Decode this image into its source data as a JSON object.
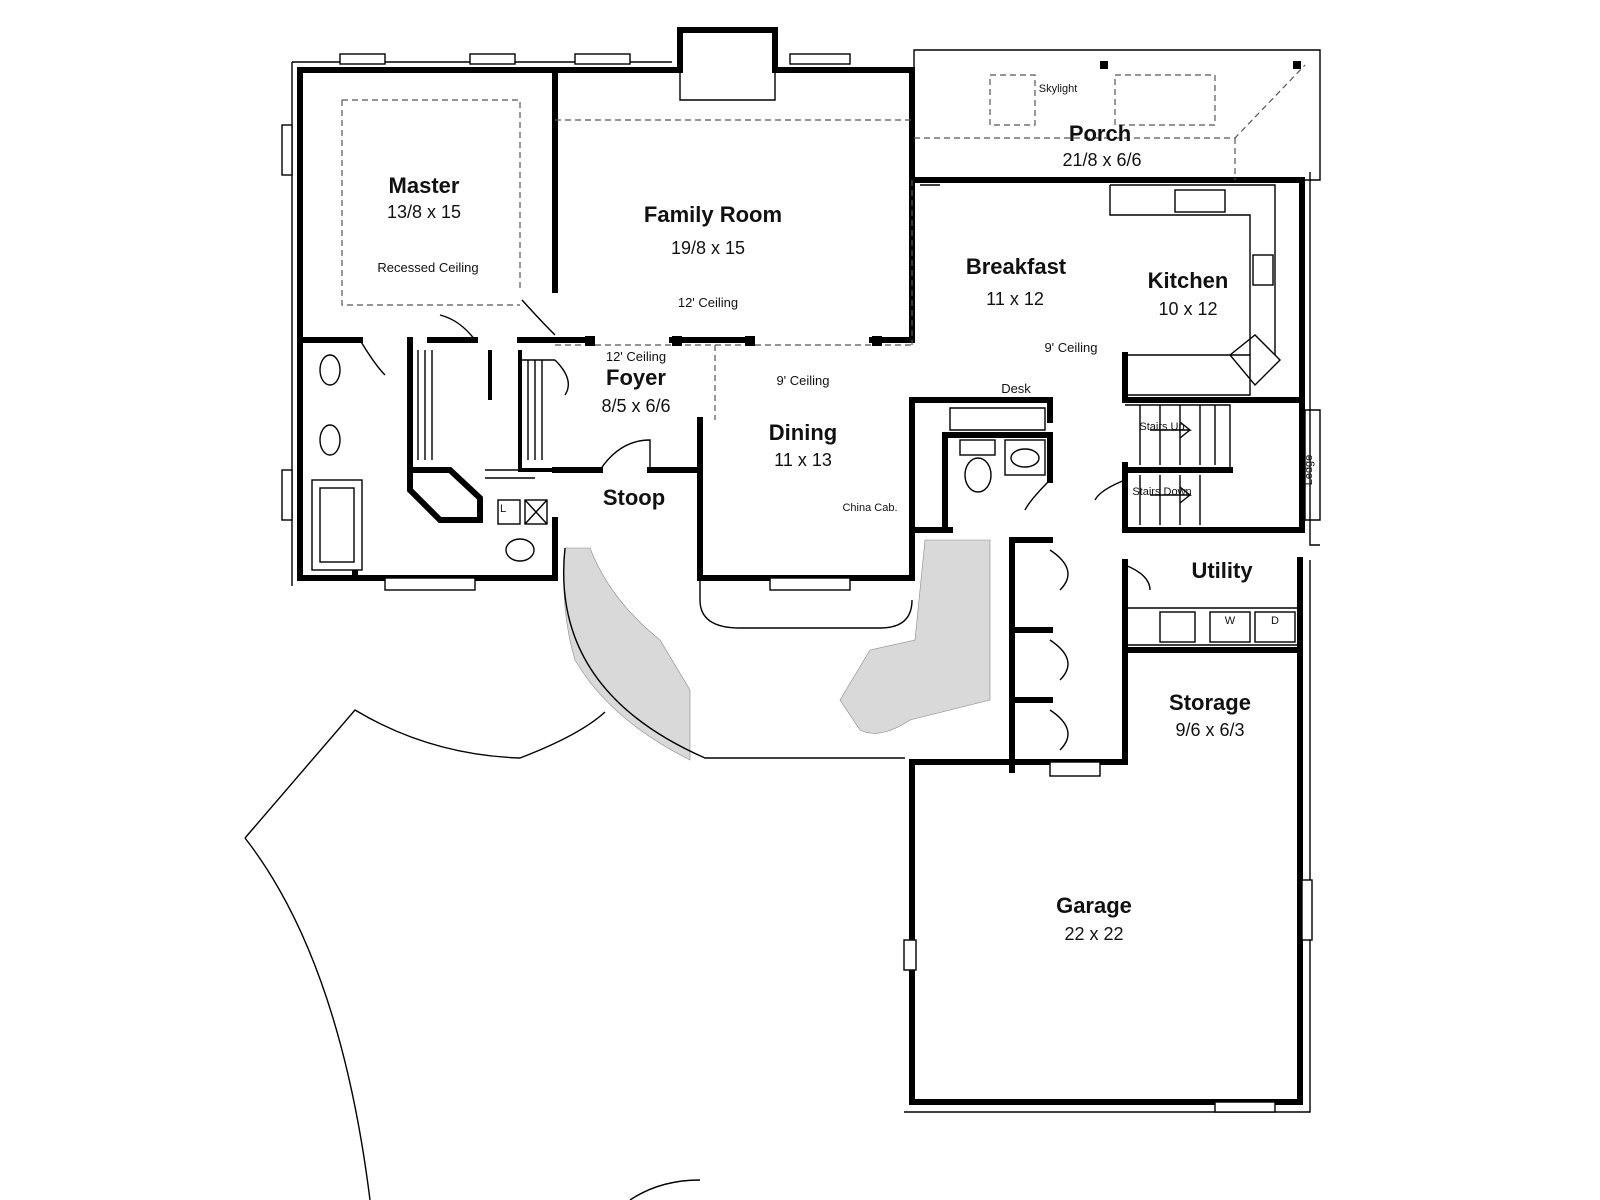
{
  "rooms": {
    "master": {
      "name": "Master",
      "dim": "13/8 x 15",
      "note": "Recessed Ceiling"
    },
    "family": {
      "name": "Family Room",
      "dim": "19/8 x 15",
      "note": "12' Ceiling"
    },
    "porch": {
      "name": "Porch",
      "dim": "21/8 x 6/6",
      "note": "Skylight"
    },
    "breakfast": {
      "name": "Breakfast",
      "dim": "11 x 12",
      "note": "9' Ceiling"
    },
    "kitchen": {
      "name": "Kitchen",
      "dim": "10 x 12"
    },
    "foyer": {
      "name": "Foyer",
      "dim": "8/5 x 6/6",
      "note": "12' Ceiling"
    },
    "dining": {
      "name": "Dining",
      "dim": "11 x 13",
      "note": "9' Ceiling",
      "extra": "China Cab."
    },
    "stoop": {
      "name": "Stoop"
    },
    "utility": {
      "name": "Utility"
    },
    "storage": {
      "name": "Storage",
      "dim": "9/6 x 6/3"
    },
    "garage": {
      "name": "Garage",
      "dim": "22 x 22"
    }
  },
  "labels": {
    "desk": "Desk",
    "stairs_up": "Stairs Up",
    "stairs_down": "Stairs Down",
    "ledge": "Ledge",
    "washer": "W",
    "dryer": "D",
    "linen": "L"
  }
}
